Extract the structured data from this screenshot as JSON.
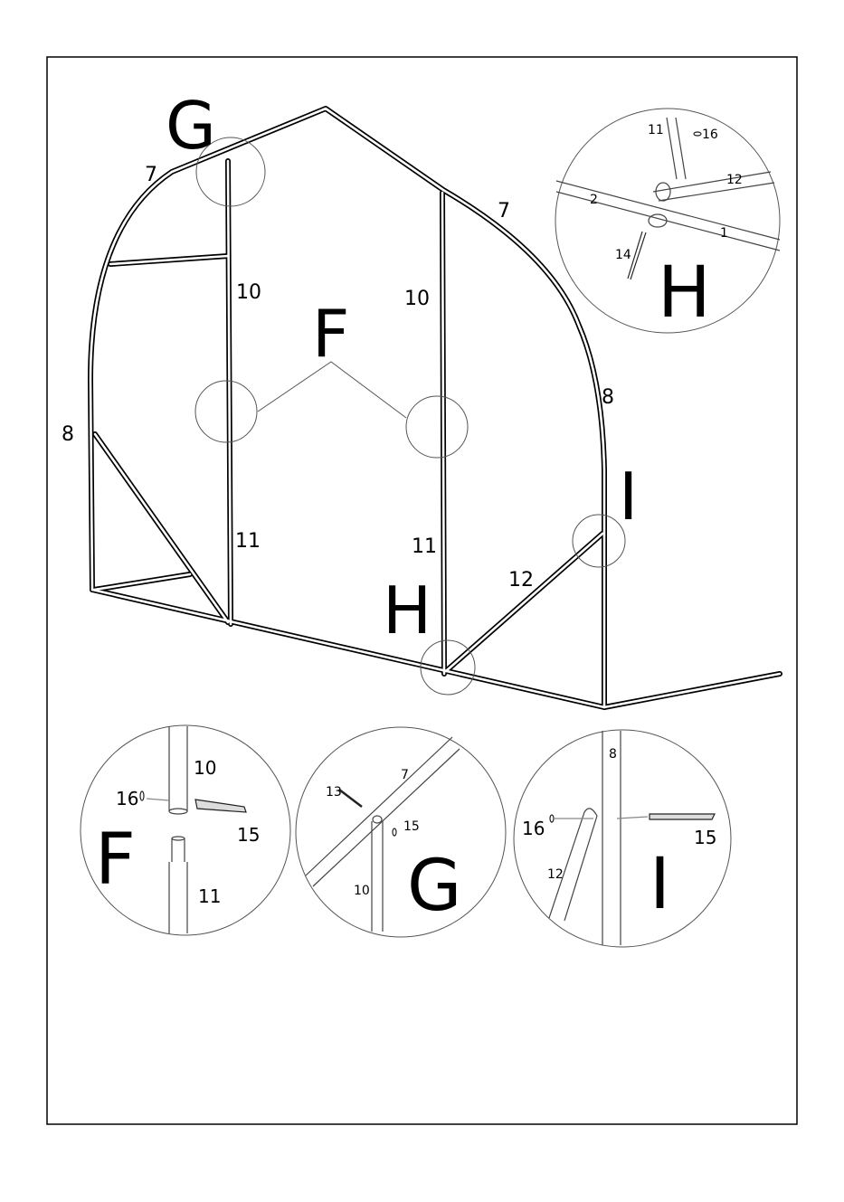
{
  "labels": {
    "letter_g": "G",
    "letter_f": "F",
    "letter_h": "H",
    "letter_i": "I",
    "p7_left": "7",
    "p7_right": "7",
    "p8_left": "8",
    "p8_right": "8",
    "p10_left": "10",
    "p10_right": "10",
    "p11_left": "11",
    "p11_right": "11",
    "p12": "12"
  },
  "detail_h": {
    "letter": "H",
    "part_11": "11",
    "part_16": "16",
    "part_12": "12",
    "part_2": "2",
    "part_1": "1",
    "part_14": "14"
  },
  "detail_f": {
    "letter": "F",
    "part_10": "10",
    "part_16": "16",
    "part_15": "15",
    "part_11": "11"
  },
  "detail_g": {
    "letter": "G",
    "part_13": "13",
    "part_7": "7",
    "part_15": "15",
    "part_10": "10"
  },
  "detail_i": {
    "letter": "I",
    "part_8": "8",
    "part_16": "16",
    "part_15": "15",
    "part_12": "12"
  }
}
